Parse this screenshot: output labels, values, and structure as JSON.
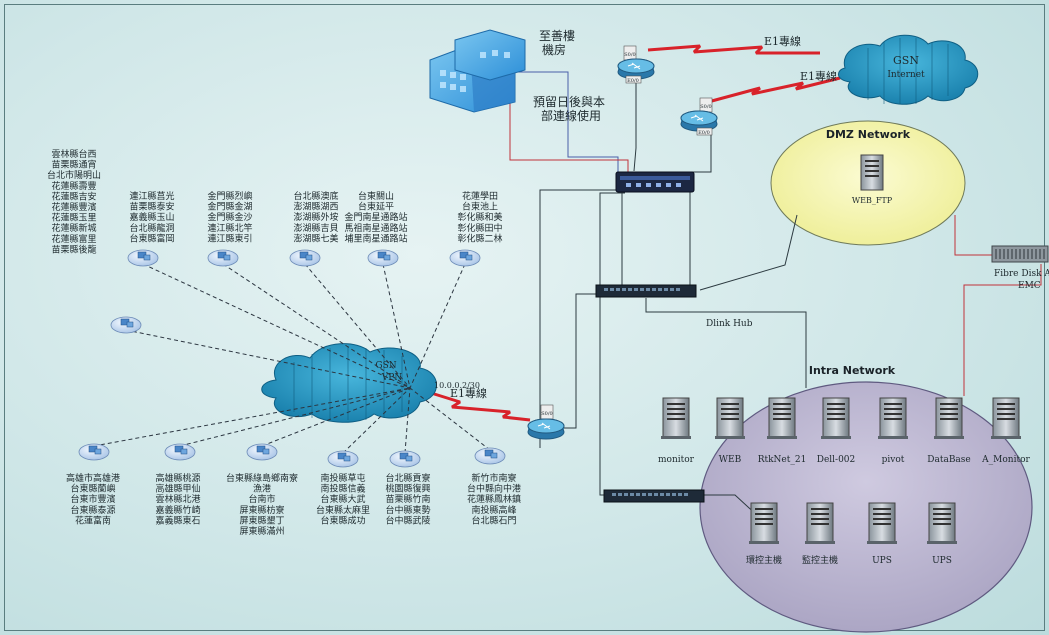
{
  "datacenter": {
    "line1": "至善樓",
    "line2": "機房"
  },
  "future_note": {
    "line1": "預留日後與本",
    "line2": "部連線使用"
  },
  "e1_line": "E1專線",
  "router_label": "E0/0",
  "router_serial": "S0/0",
  "gsn_internet": {
    "line1": "GSN",
    "line2": "Internet"
  },
  "dmz": {
    "title": "DMZ Network",
    "server": "WEB_FTP"
  },
  "fibre": {
    "line1": "Fibre Disk An",
    "line2": "EMC"
  },
  "dlink_hub": "Dlink Hub",
  "intra": {
    "title": "Intra Network",
    "top_servers": [
      "monitor",
      "WEB",
      "RtkNet_21",
      "Dell-002",
      "pivot",
      "DataBase",
      "A_Monitor"
    ],
    "bottom_servers": [
      "環控主機",
      "監控主機",
      "UPS",
      "UPS"
    ]
  },
  "gsn_vpn": {
    "line1": "GSN",
    "line2": "VPN",
    "ip": "10.0.0.2/30"
  },
  "top_site_groups": [
    [
      "雲林縣台西",
      "苗栗縣通宵",
      "台北市陽明山",
      "花蓮縣壽豐",
      "花蓮縣吉安",
      "花蓮縣豐濱",
      "花蓮縣玉里",
      "花蓮縣新城",
      "花蓮縣富里",
      "苗栗縣後龍"
    ],
    [
      "連江縣莒光",
      "苗栗縣泰安",
      "嘉義縣玉山",
      "台北縣龍洞",
      "台東縣富岡"
    ],
    [
      "金門縣烈嶼",
      "金門縣金湖",
      "金門縣金沙",
      "連江縣北竿",
      "連江縣東引"
    ],
    [
      "台北縣澳底",
      "澎湖縣湖西",
      "澎湖縣外垵",
      "澎湖縣吉貝",
      "澎湖縣七美"
    ],
    [
      "台東關山",
      "台東延平",
      "金門南星通路站",
      "馬祖南星通路站",
      "埔里南星通路站"
    ],
    [
      "花蓮學田",
      "台東池上",
      "彰化縣和美",
      "彰化縣田中",
      "彰化縣二林"
    ]
  ],
  "bottom_site_groups": [
    [
      "高雄市高雄港",
      "台東縣蘭嶼",
      "台東市豐濱",
      "台東縣泰源",
      "花蓮富南"
    ],
    [
      "高雄縣桃源",
      "高雄縣甲仙",
      "雲林縣北港",
      "嘉義縣竹崎",
      "嘉義縣東石"
    ],
    [
      "台東縣綠島鄉南寮",
      "漁港",
      "台南市",
      "屏東縣枋寮",
      "屏東縣墾丁",
      "屏東縣滿州"
    ],
    [
      "南投縣草屯",
      "南投縣信義",
      "台東縣大武",
      "台東縣太麻里",
      "台東縣成功"
    ],
    [
      "台北縣貢寮",
      "桃園縣復興",
      "苗栗縣竹南",
      "台中縣東勢",
      "台中縣武陵"
    ],
    [
      "新竹市南寮",
      "台中縣向中港",
      "花蓮縣鳳林鎮",
      "南投縣高峰",
      "台北縣石門"
    ]
  ],
  "colors": {
    "dmz_fill": "#f6f6b4",
    "intra_fill": "#b8b2cc",
    "cloud": "#1d8fb8",
    "e1": "#d8222a",
    "link": "#2c3a40",
    "link_blue": "#4a5fa8"
  }
}
